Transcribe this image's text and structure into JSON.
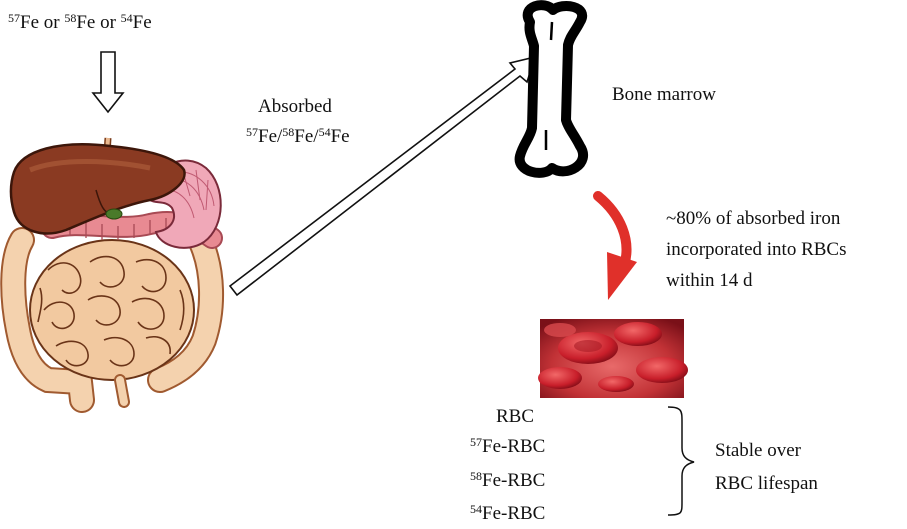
{
  "diagram": {
    "isotope_input": {
      "iso1_mass": "57",
      "iso1_el": "Fe",
      "or1": " or ",
      "iso2_mass": "58",
      "iso2_el": "Fe",
      "or2": " or ",
      "iso3_mass": "54",
      "iso3_el": "Fe"
    },
    "absorbed": {
      "line1": "Absorbed",
      "m1": "57",
      "e1": "Fe/",
      "m2": "58",
      "e2": "Fe/",
      "m3": "54",
      "e3": "Fe"
    },
    "bone_marrow_label": "Bone marrow",
    "incorporation": {
      "line1": "~80% of absorbed iron",
      "line2": "incorporated into RBCs",
      "line3": "within 14 d"
    },
    "rbc_list": {
      "rbc": "RBC",
      "fe57_mass": "57",
      "fe57_label": "Fe-RBC",
      "fe58_mass": "58",
      "fe58_label": "Fe-RBC",
      "fe54_mass": "54",
      "fe54_label": "Fe-RBC"
    },
    "stability": {
      "line1": "Stable over",
      "line2": "RBC lifespan"
    },
    "icons": [
      "digestive-organs-icon",
      "bone-icon",
      "red-blood-cells-icon",
      "curved-arrow-icon"
    ],
    "colors": {
      "curved_arrow": "#e0302a",
      "liver": "#8a3a22",
      "intestine": "#f2c9a0",
      "blood": "#b0202a"
    }
  }
}
